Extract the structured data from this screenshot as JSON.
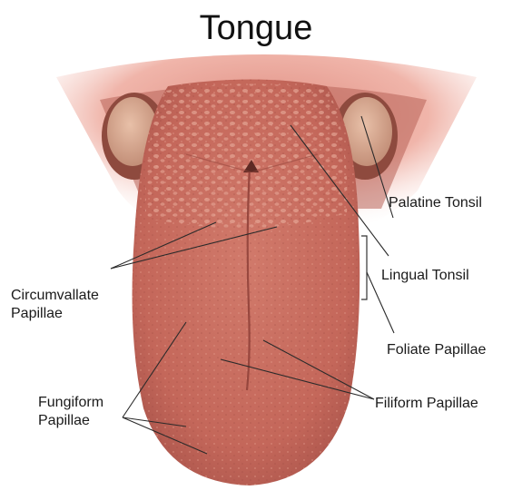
{
  "title": "Tongue",
  "labels": {
    "palatine_tonsil": "Palatine Tonsil",
    "lingual_tonsil": "Lingual Tonsil",
    "foliate_papillae": "Foliate Papillae",
    "filiform_papillae": "Filiform Papillae",
    "circumvallate_line1": "Circumvallate",
    "circumvallate_line2": "Papillae",
    "fungiform_line1": "Fungiform",
    "fungiform_line2": "Papillae"
  },
  "colors": {
    "tongue": "#c96a5c",
    "tongue_dark": "#a94e45",
    "tonsil": "#d9a58b",
    "throat": "#f1b9ad"
  }
}
